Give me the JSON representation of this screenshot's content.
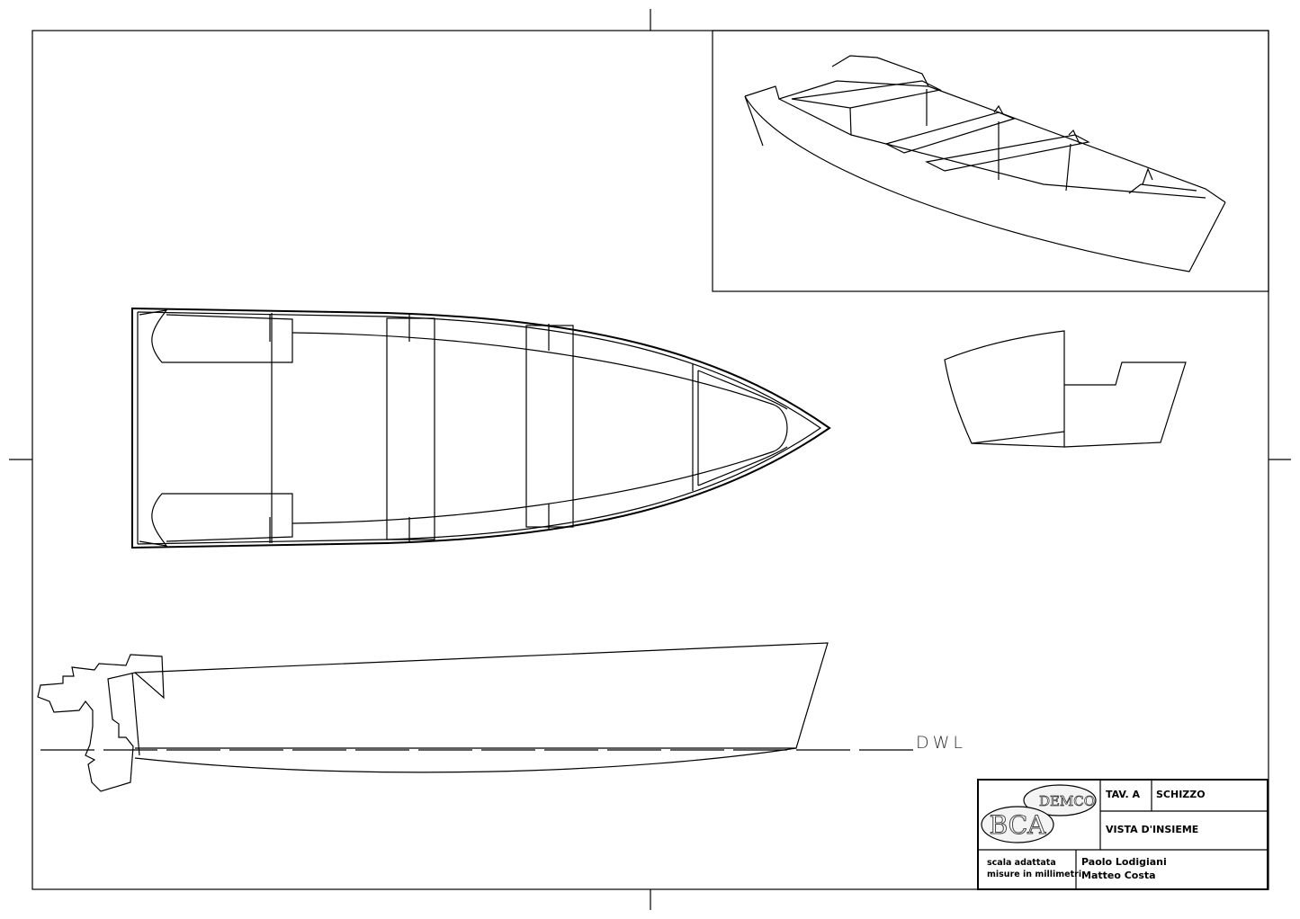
{
  "drawing": {
    "waterline_label": "DWL",
    "views": [
      "isometric",
      "plan",
      "section",
      "profile"
    ]
  },
  "title_block": {
    "logo": {
      "text_top": "DEMCO",
      "text_bottom": "BCA"
    },
    "sheet": "TAV. A",
    "type": "SCHIZZO",
    "title": "VISTA D'INSIEME",
    "scale_line1": "scala adattata",
    "scale_line2": "misure in millimetri",
    "author1": "Paolo Lodigiani",
    "author2": "Matteo Costa"
  }
}
